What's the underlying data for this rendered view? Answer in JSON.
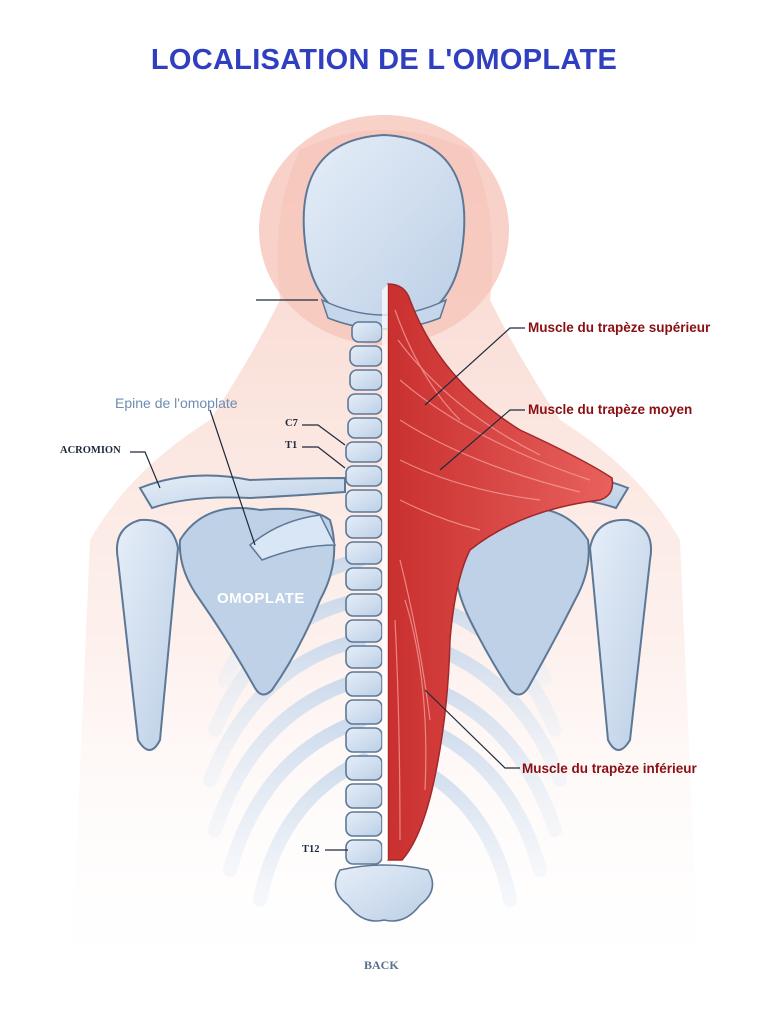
{
  "title": "LOCALISATION DE L'OMOPLATE",
  "labels": {
    "trapeze_superieur": "Muscle du trapèze supérieur",
    "trapeze_moyen": "Muscle du trapèze moyen",
    "trapeze_inferieur": "Muscle du trapèze inférieur",
    "epine": "Epine de l'omoplate",
    "acromion": "ACROMION",
    "c7": "C7",
    "t1": "T1",
    "t12": "T12",
    "omoplate": "OMOPLATE",
    "back": "BACK"
  },
  "colors": {
    "title": "#2f3fbf",
    "muscle_label": "#8a0f12",
    "epine_label": "#6d8cb0",
    "dark_label": "#1e2a3c",
    "back_label": "#5a6f8a",
    "bone": "#d5e3f3",
    "bone_outline": "#5d7896",
    "muscle": "#e2514f",
    "skin_glow": "#f6c4b8"
  }
}
